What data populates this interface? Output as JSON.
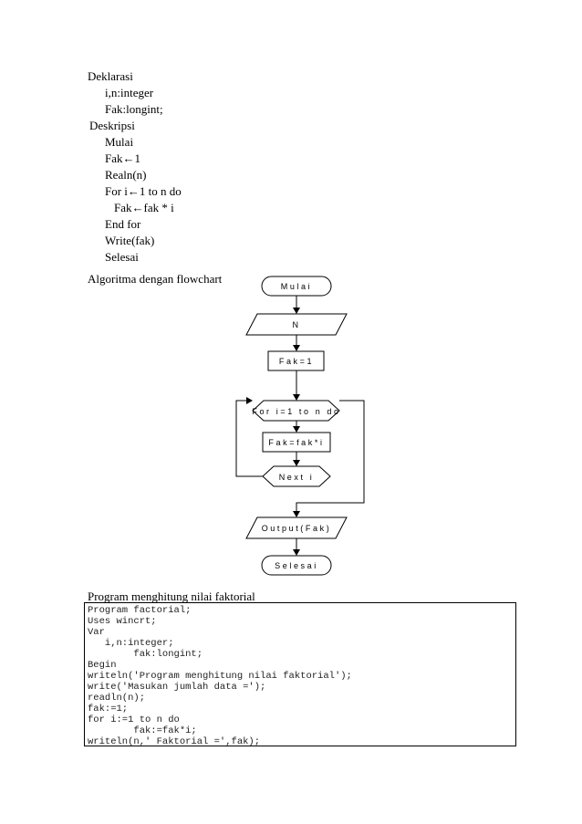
{
  "pseudocode": {
    "lines": [
      "Deklarasi",
      "i,n:integer",
      "Fak:longint;",
      "Deskripsi",
      "Mulai",
      "Fak←1",
      "Realn(n)",
      "For i←1 to n do",
      "Fak←fak * i",
      "End for",
      "Write(fak)",
      "Selesai"
    ]
  },
  "flowchart_heading": "Algoritma dengan flowchart",
  "flowchart": {
    "start": "Mulai",
    "input": "N",
    "init": "Fak=1",
    "loop": "For i=1 to n do",
    "process": "Fak=fak*i",
    "next": "Next i",
    "output": "Output(Fak)",
    "end": "Selesai"
  },
  "program_heading": "Program menghitung nilai faktorial",
  "code": {
    "lines": [
      "Program factorial;",
      "Uses wincrt;",
      "Var",
      "   i,n:integer;",
      "        fak:longint;",
      "Begin",
      "writeln('Program menghitung nilai faktorial');",
      "write('Masukan jumlah data =');",
      "readln(n);",
      "fak:=1;",
      "for i:=1 to n do",
      "        fak:=fak*i;",
      "writeln(n,' Faktorial =',fak);"
    ]
  }
}
